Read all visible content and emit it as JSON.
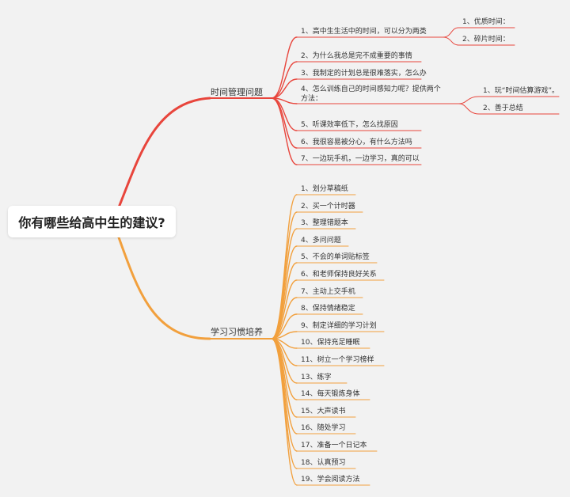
{
  "root": {
    "label": "你有哪些给高中生的建议?"
  },
  "colors": {
    "branch1": "#e8453c",
    "branch2": "#f2a03d",
    "background": "#f2f2f2"
  },
  "branches": [
    {
      "label": "时间管理问题",
      "items": [
        {
          "label": "1、高中生生活中的时间，可以分为两类",
          "children": [
            "1、优质时间：",
            "2、碎片时间："
          ]
        },
        {
          "label": "2、为什么我总是完不成重要的事情",
          "children": []
        },
        {
          "label": "3、我制定的计划总是很难落实，怎么办",
          "children": []
        },
        {
          "label": "4、怎么训练自己的时间感知力呢？提供两个方法：",
          "children": [
            "1、玩“时间估算游戏”。",
            "2、善于总结"
          ]
        },
        {
          "label": "5、听课效率低下，怎么找原因",
          "children": []
        },
        {
          "label": "6、我很容易被分心，有什么方法吗",
          "children": []
        },
        {
          "label": "7、一边玩手机，一边学习，真的可以",
          "children": []
        }
      ]
    },
    {
      "label": "学习习惯培养",
      "items": [
        {
          "label": "1、划分草稿纸"
        },
        {
          "label": "2、买一个计时器"
        },
        {
          "label": "3、整理错题本"
        },
        {
          "label": "4、多问问题"
        },
        {
          "label": "5、不会的单词贴标签"
        },
        {
          "label": "6、和老师保持良好关系"
        },
        {
          "label": "7、主动上交手机"
        },
        {
          "label": "8、保持情绪稳定"
        },
        {
          "label": "9、制定详细的学习计划"
        },
        {
          "label": "10、保持充足睡眠"
        },
        {
          "label": "11、树立一个学习榜样"
        },
        {
          "label": "13、练字"
        },
        {
          "label": "14、每天锻炼身体"
        },
        {
          "label": "15、大声读书"
        },
        {
          "label": "16、随处学习"
        },
        {
          "label": "17、准备一个日记本"
        },
        {
          "label": "18、认真预习"
        },
        {
          "label": "19、学会阅读方法"
        }
      ]
    }
  ]
}
